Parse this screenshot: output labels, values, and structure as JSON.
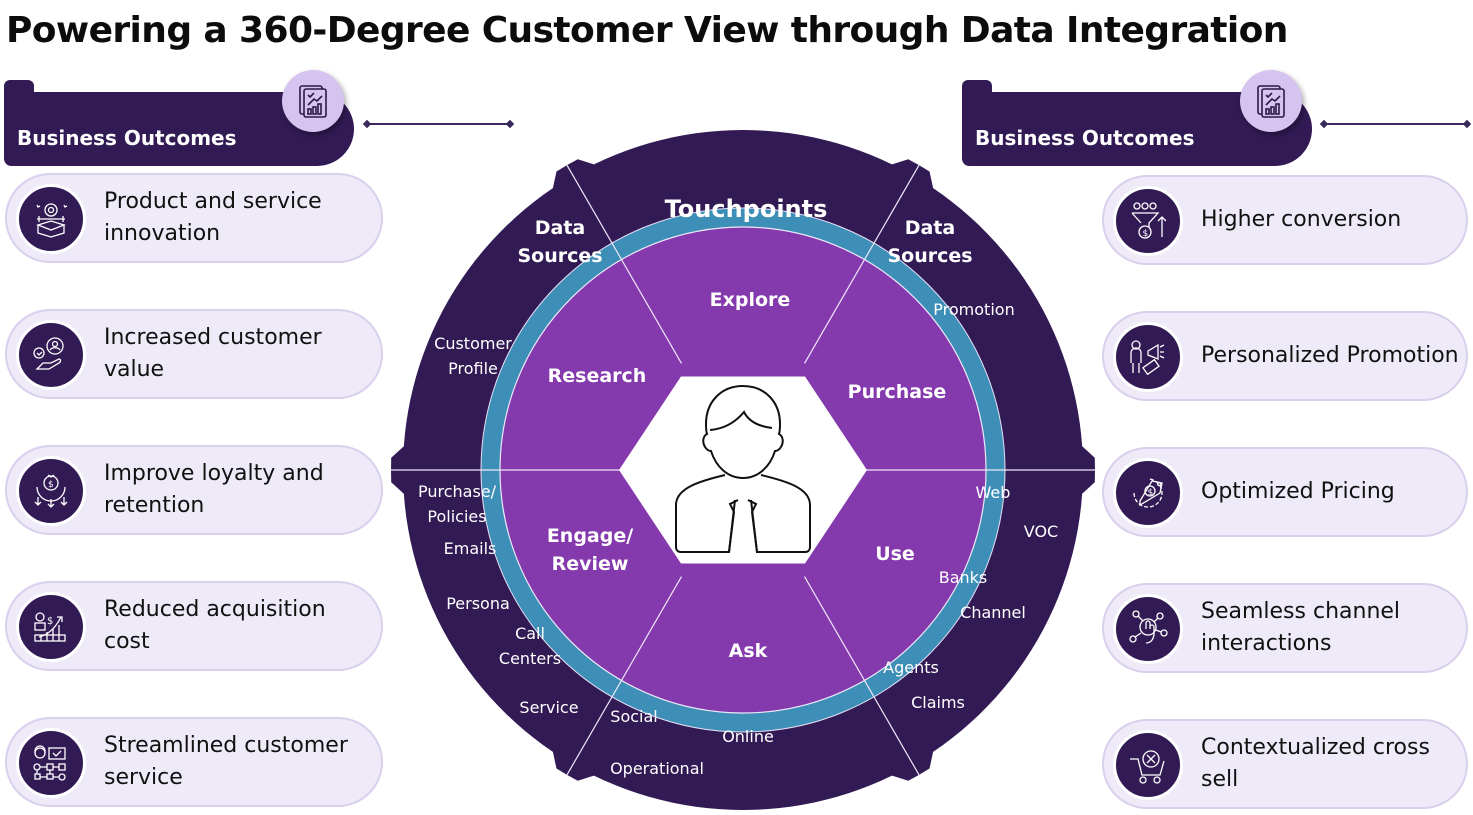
{
  "title": "Powering a 360-Degree Customer View through Data Integration",
  "colors": {
    "dark_purple": "#321b55",
    "ring_teal": "#3d8fb8",
    "segment_purple": "#8439ad",
    "pill_bg": "#efeaf8",
    "badge_bg": "#d4c4ef"
  },
  "left_panel": {
    "header": {
      "label": "Business Outcomes",
      "icon": "report-chart-icon"
    },
    "items": [
      {
        "label": "Product and service innovation",
        "icon": "innovation-box-icon"
      },
      {
        "label": "Increased customer value",
        "icon": "customer-value-icon"
      },
      {
        "label": "Improve loyalty and retention",
        "icon": "money-bag-retention-icon"
      },
      {
        "label": "Reduced acquisition cost",
        "icon": "acquisition-cost-chart-icon"
      },
      {
        "label": "Streamlined customer service",
        "icon": "support-flow-icon"
      }
    ]
  },
  "right_panel": {
    "header": {
      "label": "Business Outcomes",
      "icon": "report-chart-icon"
    },
    "items": [
      {
        "label": "Higher conversion",
        "icon": "funnel-conversion-icon"
      },
      {
        "label": "Personalized Promotion",
        "icon": "megaphone-promotion-icon"
      },
      {
        "label": "Optimized Pricing",
        "icon": "price-tag-gear-icon"
      },
      {
        "label": "Seamless channel interactions",
        "icon": "touch-network-icon"
      },
      {
        "label": "Contextualized cross sell",
        "icon": "shopping-cart-icon"
      }
    ]
  },
  "wheel": {
    "center_icon": "customer-person-icon",
    "touchpoints_label": "Touchpoints",
    "data_sources_left": [
      "Data",
      "Sources"
    ],
    "data_sources_right": [
      "Data",
      "Sources"
    ],
    "stages": [
      {
        "id": "explore",
        "lines": [
          "Explore"
        ]
      },
      {
        "id": "purchase",
        "lines": [
          "Purchase"
        ]
      },
      {
        "id": "use",
        "lines": [
          "Use"
        ]
      },
      {
        "id": "ask",
        "lines": [
          "Ask"
        ]
      },
      {
        "id": "engage",
        "lines": [
          "Engage/",
          "Review"
        ]
      },
      {
        "id": "research",
        "lines": [
          "Research"
        ]
      }
    ],
    "ring_labels": [
      {
        "id": "customer-profile",
        "lines": [
          "Customer",
          "Profile"
        ]
      },
      {
        "id": "promotion",
        "lines": [
          "Promotion"
        ]
      },
      {
        "id": "purchase-policies",
        "lines": [
          "Purchase/",
          "Policies"
        ]
      },
      {
        "id": "emails",
        "lines": [
          "Emails"
        ]
      },
      {
        "id": "persona",
        "lines": [
          "Persona"
        ]
      },
      {
        "id": "call-centers",
        "lines": [
          "Call",
          "Centers"
        ]
      },
      {
        "id": "service",
        "lines": [
          "Service"
        ]
      },
      {
        "id": "social",
        "lines": [
          "Social"
        ]
      },
      {
        "id": "online",
        "lines": [
          "Online"
        ]
      },
      {
        "id": "operational",
        "lines": [
          "Operational"
        ]
      },
      {
        "id": "web",
        "lines": [
          "Web"
        ]
      },
      {
        "id": "voc",
        "lines": [
          "VOC"
        ]
      },
      {
        "id": "banks",
        "lines": [
          "Banks"
        ]
      },
      {
        "id": "channel",
        "lines": [
          "Channel"
        ]
      },
      {
        "id": "agents",
        "lines": [
          "Agents"
        ]
      },
      {
        "id": "claims",
        "lines": [
          "Claims"
        ]
      }
    ]
  }
}
